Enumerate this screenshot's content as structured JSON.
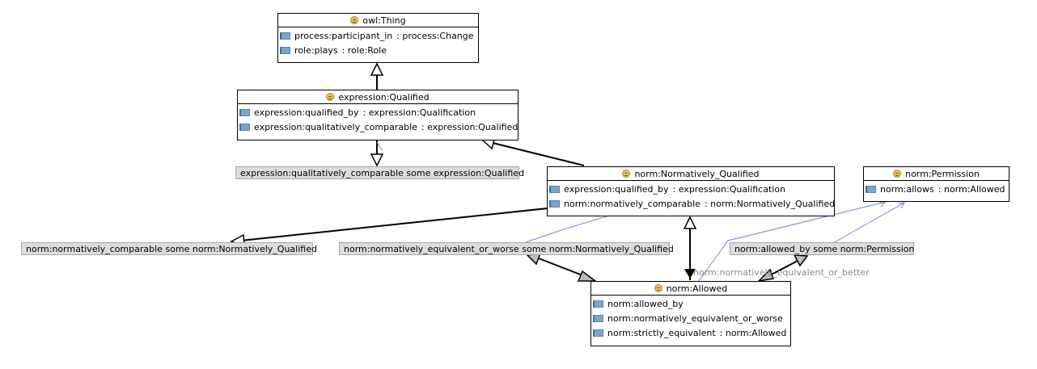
{
  "classes": {
    "thing": {
      "name": "owl:Thing",
      "props": [
        {
          "name": "process:participant_in",
          "range": ": process:Change"
        },
        {
          "name": "role:plays",
          "range": ": role:Role"
        }
      ]
    },
    "qualified": {
      "name": "expression:Qualified",
      "props": [
        {
          "name": "expression:qualified_by",
          "range": ": expression:Qualification"
        },
        {
          "name": "expression:qualitatively_comparable",
          "range": ": expression:Qualified"
        }
      ]
    },
    "normatively_qualified": {
      "name": "norm:Normatively_Qualified",
      "props": [
        {
          "name": "expression:qualified_by",
          "range": ": expression:Qualification"
        },
        {
          "name": "norm:normatively_comparable",
          "range": ": norm:Normatively_Qualified"
        }
      ]
    },
    "permission": {
      "name": "norm:Permission",
      "props": [
        {
          "name": "norm:allows",
          "range": ": norm:Allowed"
        }
      ]
    },
    "allowed": {
      "name": "norm:Allowed",
      "props": [
        {
          "name": "norm:allowed_by",
          "range": ""
        },
        {
          "name": "norm:normatively_equivalent_or_worse",
          "range": ""
        },
        {
          "name": "norm:strictly_equivalent",
          "range": ": norm:Allowed"
        }
      ]
    }
  },
  "restrictions": {
    "qualitatively_comparable": "expression:qualitatively_comparable some expression:Qualified",
    "normatively_comparable": "norm:normatively_comparable some norm:Normatively_Qualified",
    "equivalent_or_worse": "norm:normatively_equivalent_or_worse some norm:Normatively_Qualified",
    "allowed_by": "norm:allowed_by some norm:Permission"
  },
  "edge_labels": {
    "equivalent_or_better": "norm:normatively_equivalent_or_better"
  },
  "colors": {
    "subclass_edge": "#000000",
    "property_edge": "#7b82e0",
    "class_icon": "#e9c25a",
    "property_icon": "#7aa6cc",
    "restriction_bg": "#dcdcdc"
  }
}
